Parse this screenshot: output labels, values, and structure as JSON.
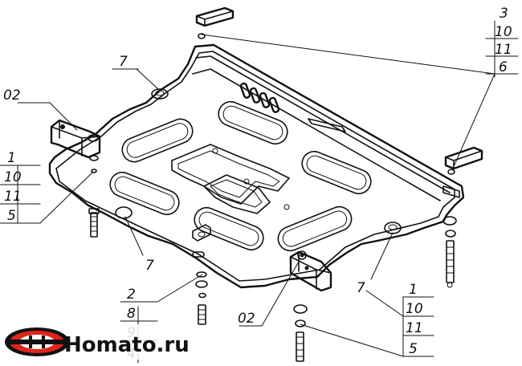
{
  "drawing": {
    "callouts": {
      "top_right": [
        "3",
        "10",
        "11",
        "6"
      ],
      "left_top": "02",
      "left_stack": [
        "1",
        "10",
        "11",
        "5"
      ],
      "seven_top": "7",
      "seven_bottom_left": "7",
      "seven_bottom_right": "7",
      "bottom_center_stack": [
        "2",
        "8",
        "9",
        "4"
      ],
      "bottom_center_02": "02",
      "bottom_right_stack": [
        "1",
        "10",
        "11",
        "5"
      ]
    },
    "logo": {
      "text": "Homato.ru",
      "colors": {
        "red": "#e0241b",
        "black": "#111111"
      }
    }
  }
}
